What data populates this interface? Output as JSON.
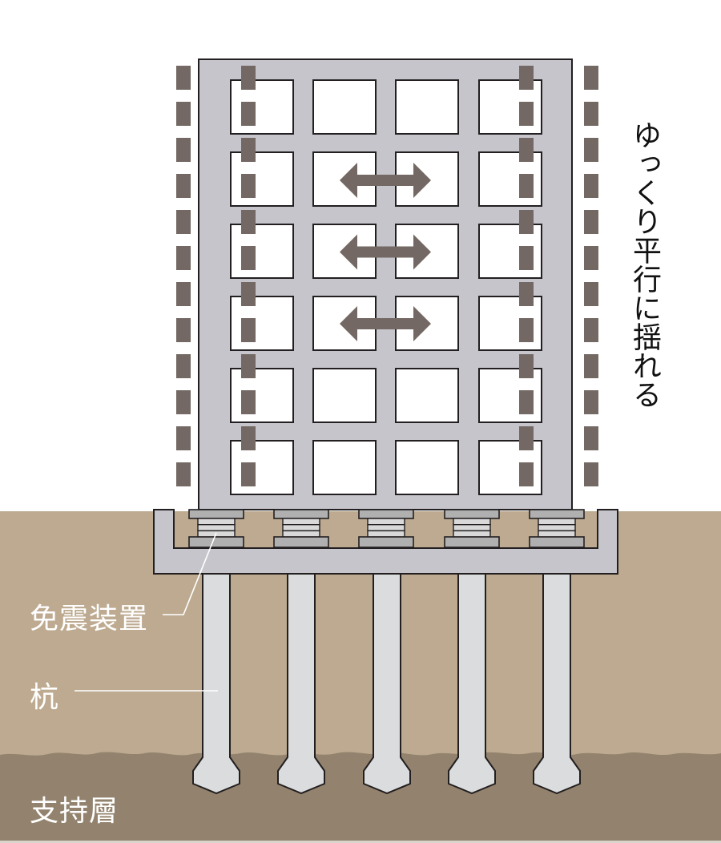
{
  "colors": {
    "background": "#ffffff",
    "building": "#c6c5cb",
    "outline": "#231f20",
    "window": "#ffffff",
    "dash": "#736863",
    "arrow": "#736863",
    "soil_upper": "#bdaa90",
    "soil_bearing": "#93836e",
    "pile": "#dadcdd",
    "foundation": "#c6c5cb",
    "bearing_plate": "#b0b0b1",
    "bearing_layer": "#d9d9da",
    "label_text": "#ffffff",
    "caption_text": "#111111"
  },
  "caption": {
    "text": "ゆっくり平行に揺れる"
  },
  "labels": {
    "isolator": "免震装置",
    "pile": "杭",
    "bearing_layer": "支持層"
  },
  "building": {
    "window_rows": 6,
    "window_cols": 4,
    "arrow_rows": [
      1,
      2,
      3
    ],
    "arrow_symbol": "double-headed-horizontal-arrow"
  },
  "isolators": {
    "count": 5
  },
  "piles": {
    "count": 5
  }
}
